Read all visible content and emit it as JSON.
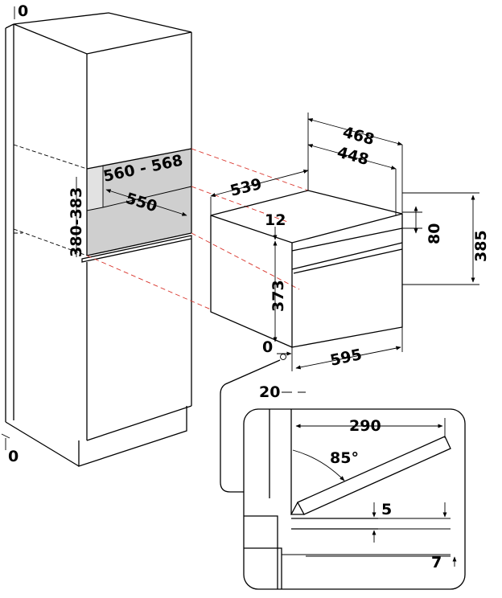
{
  "cabinet": {
    "top_clearance": "0",
    "bottom_clearance": "0",
    "niche_depth": "560 - 568",
    "niche_inner_depth": "550",
    "niche_height": "380-383"
  },
  "appliance": {
    "total_depth": "539",
    "width_outer": "468",
    "width_inner": "448",
    "top_gap": "12",
    "panel_height": "80",
    "body_height": "373",
    "total_height": "385",
    "bottom_gap": "0",
    "front_width": "595",
    "front_offset": "20"
  },
  "door_detail": {
    "door_depth": "290",
    "open_angle": "85°",
    "gap_upper": "5",
    "gap_lower": "7"
  },
  "colors": {
    "dim_line": "#000000",
    "projection": "#d9342b",
    "niche_shade": "#cfcfcf"
  }
}
